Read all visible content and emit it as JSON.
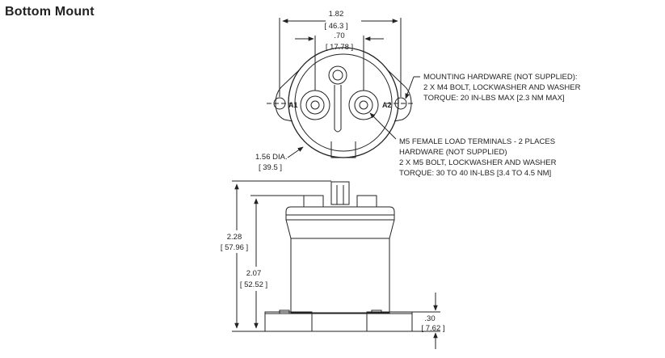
{
  "title": "Bottom Mount",
  "dimensions": {
    "width_overall": {
      "in": "1.82",
      "mm": "[ 46.3 ]"
    },
    "terminal_spacing": {
      "in": ".70",
      "mm": "[ 17.78 ]"
    },
    "body_diameter": {
      "in": "1.56 DIA.",
      "mm": "[ 39.5 ]"
    },
    "height_overall": {
      "in": "2.28",
      "mm": "[ 57.96 ]"
    },
    "height_body": {
      "in": "2.07",
      "mm": "[ 52.52 ]"
    },
    "base_thickness": {
      "in": ".30",
      "mm": "[ 7.62 ]"
    }
  },
  "terminal_labels": {
    "left": "A1",
    "right": "A2"
  },
  "notes": {
    "mounting": [
      "MOUNTING HARDWARE (NOT SUPPLIED):",
      "2 X M4 BOLT, LOCKWASHER AND WASHER",
      "TORQUE: 20 IN-LBS MAX [2.3 NM MAX]"
    ],
    "terminals": [
      "M5 FEMALE LOAD TERMINALS - 2 PLACES",
      "HARDWARE (NOT SUPPLIED)",
      "2 X M5 BOLT, LOCKWASHER AND WASHER",
      "TORQUE: 30 TO 40 IN-LBS [3.4 TO 4.5 NM]"
    ]
  }
}
